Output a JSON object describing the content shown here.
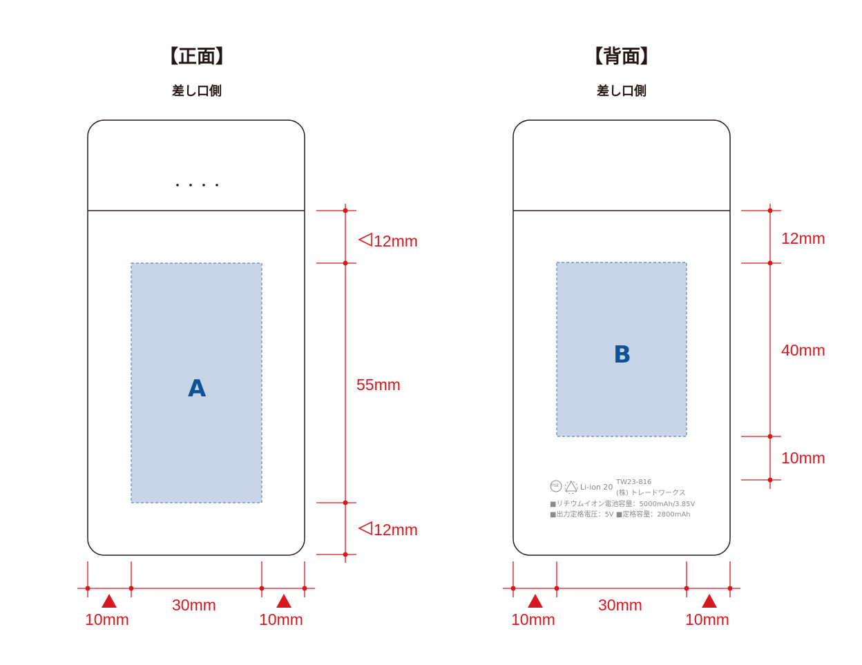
{
  "front": {
    "title": "【正面】",
    "port_side": "差し口側",
    "area_label": "A",
    "dim_top": "12mm",
    "dim_height": "55mm",
    "dim_bottom": "12mm",
    "dim_left": "10mm",
    "dim_width": "30mm",
    "dim_right": "10mm"
  },
  "back": {
    "title": "【背面】",
    "port_side": "差し口側",
    "area_label": "B",
    "dim_top": "12mm",
    "dim_height": "40mm",
    "dim_bottom": "10mm",
    "dim_left": "10mm",
    "dim_width": "30mm",
    "dim_right": "10mm",
    "spec": {
      "pse_mark": "PSE",
      "battery_type": "Li-ion 20",
      "model": "TW23-816",
      "maker": "(株) トレードワークス",
      "line1": "■リチウムイオン電池容量：5000mAh/3.85V",
      "line2": "■出力定格電圧：5V ■定格容量：2800mAh"
    }
  },
  "colors": {
    "dimension": "#d7191f",
    "print_area_fill": "#c6d4e6",
    "print_area_border": "#5f86b8",
    "label": "#0b5394",
    "outline": "#231815"
  }
}
